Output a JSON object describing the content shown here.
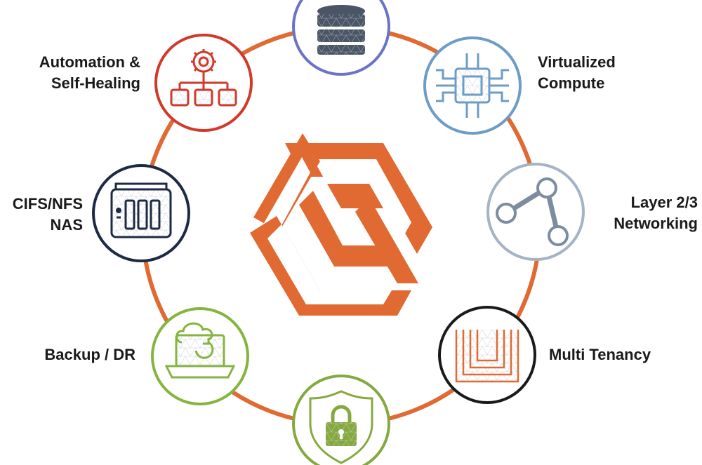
{
  "colors": {
    "ring": "#e06a32",
    "logo": "#e06a32",
    "storage": "#6b73c8",
    "compute": "#6d9cc6",
    "networking": "#a4b4c4",
    "tenancy": "#1a1a1a",
    "security": "#86a93f",
    "backup": "#86b440",
    "nas": "#1e2a44",
    "automation": "#cf3a2b"
  },
  "nodes": {
    "storage": {
      "icon": "database-icon"
    },
    "compute": {
      "icon": "cpu-chip-icon",
      "line1": "Virtualized",
      "line2": "Compute"
    },
    "networking": {
      "icon": "network-nodes-icon",
      "line1": "Layer 2/3",
      "line2": "Networking"
    },
    "tenancy": {
      "icon": "multi-tenancy-icon",
      "line1": "Multi Tenancy"
    },
    "security": {
      "icon": "shield-lock-icon"
    },
    "backup": {
      "icon": "cloud-laptop-icon",
      "line1": "Backup / DR"
    },
    "nas": {
      "icon": "nas-device-icon",
      "line1": "CIFS/NFS",
      "line2": "NAS"
    },
    "automation": {
      "icon": "gear-hierarchy-icon",
      "line1": "Automation &",
      "line2": "Self-Healing"
    }
  }
}
